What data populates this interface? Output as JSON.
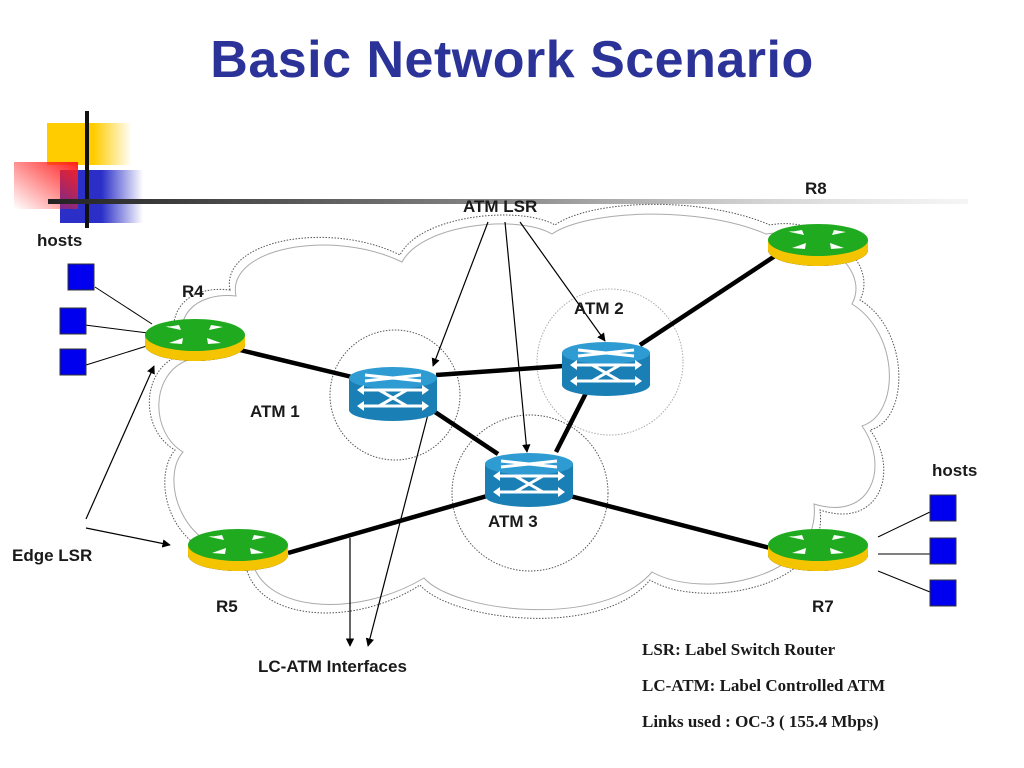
{
  "slide": {
    "title": "Basic Network Scenario"
  },
  "colors": {
    "title": "#2b3398",
    "router_top": "#1faa1f",
    "router_side": "#f5c400",
    "atm_switch": "#1a7fb5",
    "host": "#0000ee"
  },
  "nodes": {
    "r4": {
      "label": "R4",
      "type": "router",
      "icon": "router-icon"
    },
    "r5": {
      "label": "R5",
      "type": "router",
      "icon": "router-icon"
    },
    "r7": {
      "label": "R7",
      "type": "router",
      "icon": "router-icon"
    },
    "r8": {
      "label": "R8",
      "type": "router",
      "icon": "router-icon"
    },
    "atm1": {
      "label": "ATM 1",
      "type": "atm-switch",
      "icon": "atm-switch-icon"
    },
    "atm2": {
      "label": "ATM 2",
      "type": "atm-switch",
      "icon": "atm-switch-icon"
    },
    "atm3": {
      "label": "ATM 3",
      "type": "atm-switch",
      "icon": "atm-switch-icon"
    }
  },
  "links": [
    {
      "from": "r4",
      "to": "atm1"
    },
    {
      "from": "atm1",
      "to": "atm2"
    },
    {
      "from": "atm1",
      "to": "atm3"
    },
    {
      "from": "atm2",
      "to": "atm3"
    },
    {
      "from": "atm2",
      "to": "r8"
    },
    {
      "from": "atm3",
      "to": "r5"
    },
    {
      "from": "atm3",
      "to": "r7"
    }
  ],
  "host_groups": {
    "left": {
      "label": "hosts",
      "count": 3,
      "attached_to": "r4"
    },
    "right": {
      "label": "hosts",
      "count": 3,
      "attached_to": "r7"
    }
  },
  "annotations": {
    "atm_lsr": "ATM LSR",
    "edge_lsr": "Edge LSR",
    "lc_atm_interfaces": "LC-ATM Interfaces"
  },
  "legend": [
    "LSR: Label Switch Router",
    "LC-ATM: Label Controlled ATM",
    "Links used : OC-3 ( 155.4 Mbps)"
  ]
}
